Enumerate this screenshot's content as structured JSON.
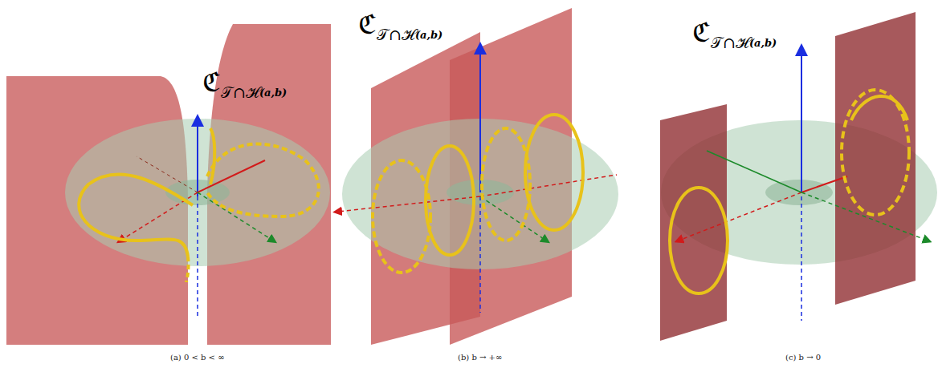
{
  "diagram": {
    "labels": [
      "ℭ",
      "𝒯∩ℋ",
      "(a,b)",
      "ℭ",
      "𝒯∩ℋ",
      "(a,b)",
      "ℭ",
      "𝒯∩ℋ",
      "(a,b)",
      "(a) 0 < b < ∞",
      "(b) b → +∞",
      "(c) b → 0"
    ]
  }
}
